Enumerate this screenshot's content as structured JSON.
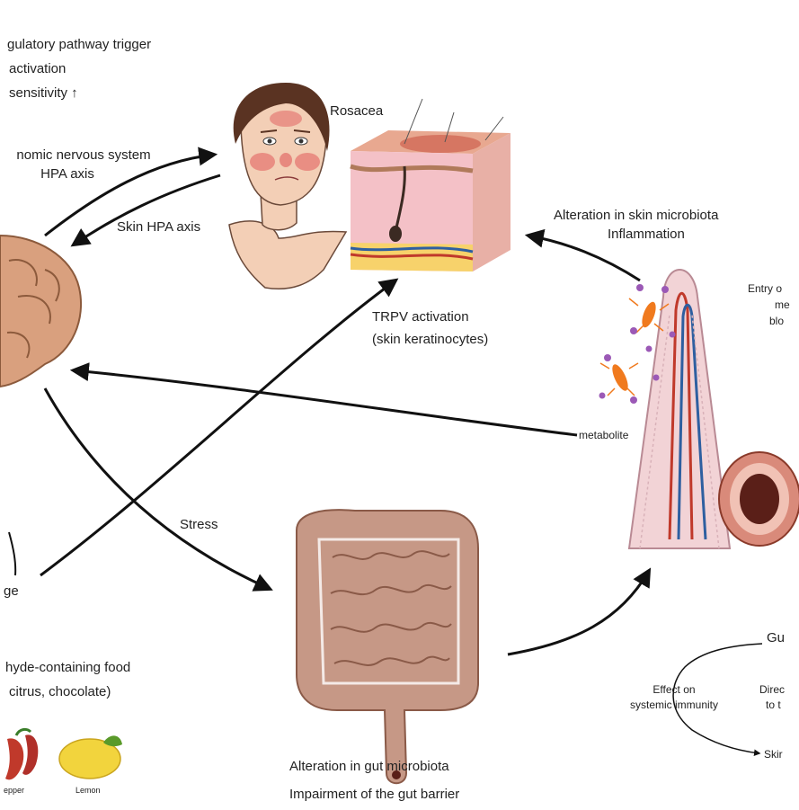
{
  "colors": {
    "arrow": "#111111",
    "skin": "#f3cfb6",
    "brain": "#d9a07e",
    "gut": "#c69886",
    "vessel_red": "#c0392b",
    "vessel_blue": "#2e5fa0",
    "microbe": "#f07a1e",
    "metabolite": "#9b59b6",
    "lemon": "#f2d43d",
    "pepper": "#c0392b"
  },
  "labels": {
    "top_left_1": "gulatory pathway trigger",
    "top_left_2": "activation",
    "top_left_3": "sensitivity ↑",
    "ans_1": "nomic nervous system",
    "ans_2": "HPA axis",
    "skin_hpa": "Skin HPA axis",
    "rosacea": "Rosacea",
    "skin_micro_1": "Alteration in skin microbiota",
    "skin_micro_2": "Inflammation",
    "entry_1": "Entry o",
    "entry_2": "me",
    "entry_3": "blo",
    "trpv_1": "TRPV activation",
    "trpv_2": "(skin keratinocytes)",
    "metabolite": "metabolite",
    "stress": "Stress",
    "ge": "ge",
    "food_1": "hyde-containing food",
    "food_2": "citrus, chocolate)",
    "pepper": "epper",
    "lemon": "Lemon",
    "gut_micro_1": "Alteration in gut microbiota",
    "gut_micro_2": "Impairment of the gut barrier",
    "gu": "Gu",
    "systemic_1": "Effect on",
    "systemic_2": "systemic immunity",
    "direct_1": "Direc",
    "direct_2": "to t",
    "skin_br": "Skir"
  }
}
